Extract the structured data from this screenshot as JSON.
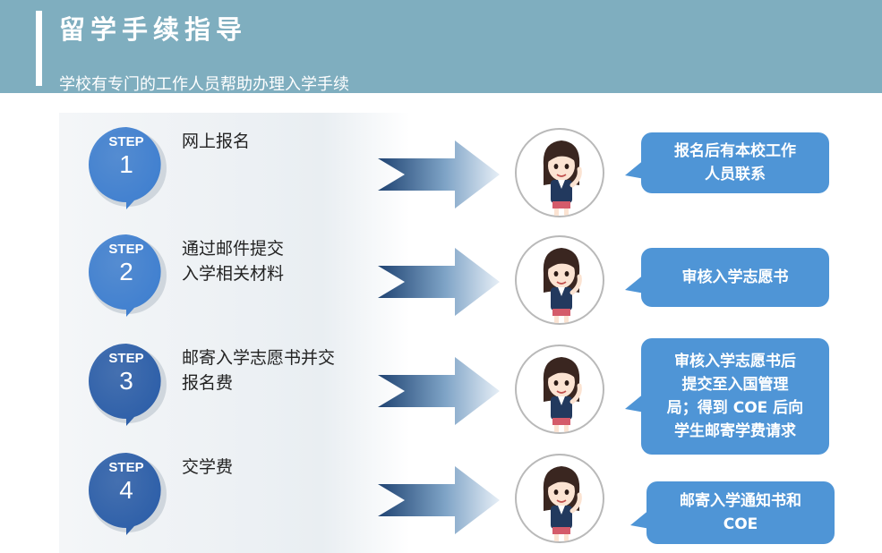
{
  "header": {
    "title": "留学手续指导",
    "subtitle": "学校有专门的工作人员帮助办理入学手续"
  },
  "colors": {
    "header_bg": "#7faebf",
    "badge": "#3f7fcf",
    "badge_dark": "#2c5ea8",
    "bubble": "#4f95d6",
    "arrow_dark": "#1f4372"
  },
  "steps": [
    {
      "step_label": "STEP",
      "number": "1",
      "lines": [
        "网上报名"
      ],
      "bubble_lines": [
        "报名后有本校工作",
        "人员联系"
      ],
      "avatar_icon": "girl-avatar-icon"
    },
    {
      "step_label": "STEP",
      "number": "2",
      "lines": [
        "通过邮件提交",
        "入学相关材料"
      ],
      "bubble_lines": [
        "审核入学志愿书"
      ],
      "avatar_icon": "girl-avatar-icon"
    },
    {
      "step_label": "STEP",
      "number": "3",
      "lines": [
        "邮寄入学志愿书并交",
        "报名费"
      ],
      "bubble_lines": [
        "审核入学志愿书后",
        "提交至入国管理",
        "局；得到 COE 后向",
        "学生邮寄学费请求"
      ],
      "avatar_icon": "girl-avatar-icon"
    },
    {
      "step_label": "STEP",
      "number": "4",
      "lines": [
        "交学费"
      ],
      "bubble_lines": [
        "邮寄入学通知书和",
        "COE"
      ],
      "avatar_icon": "girl-avatar-icon"
    }
  ]
}
